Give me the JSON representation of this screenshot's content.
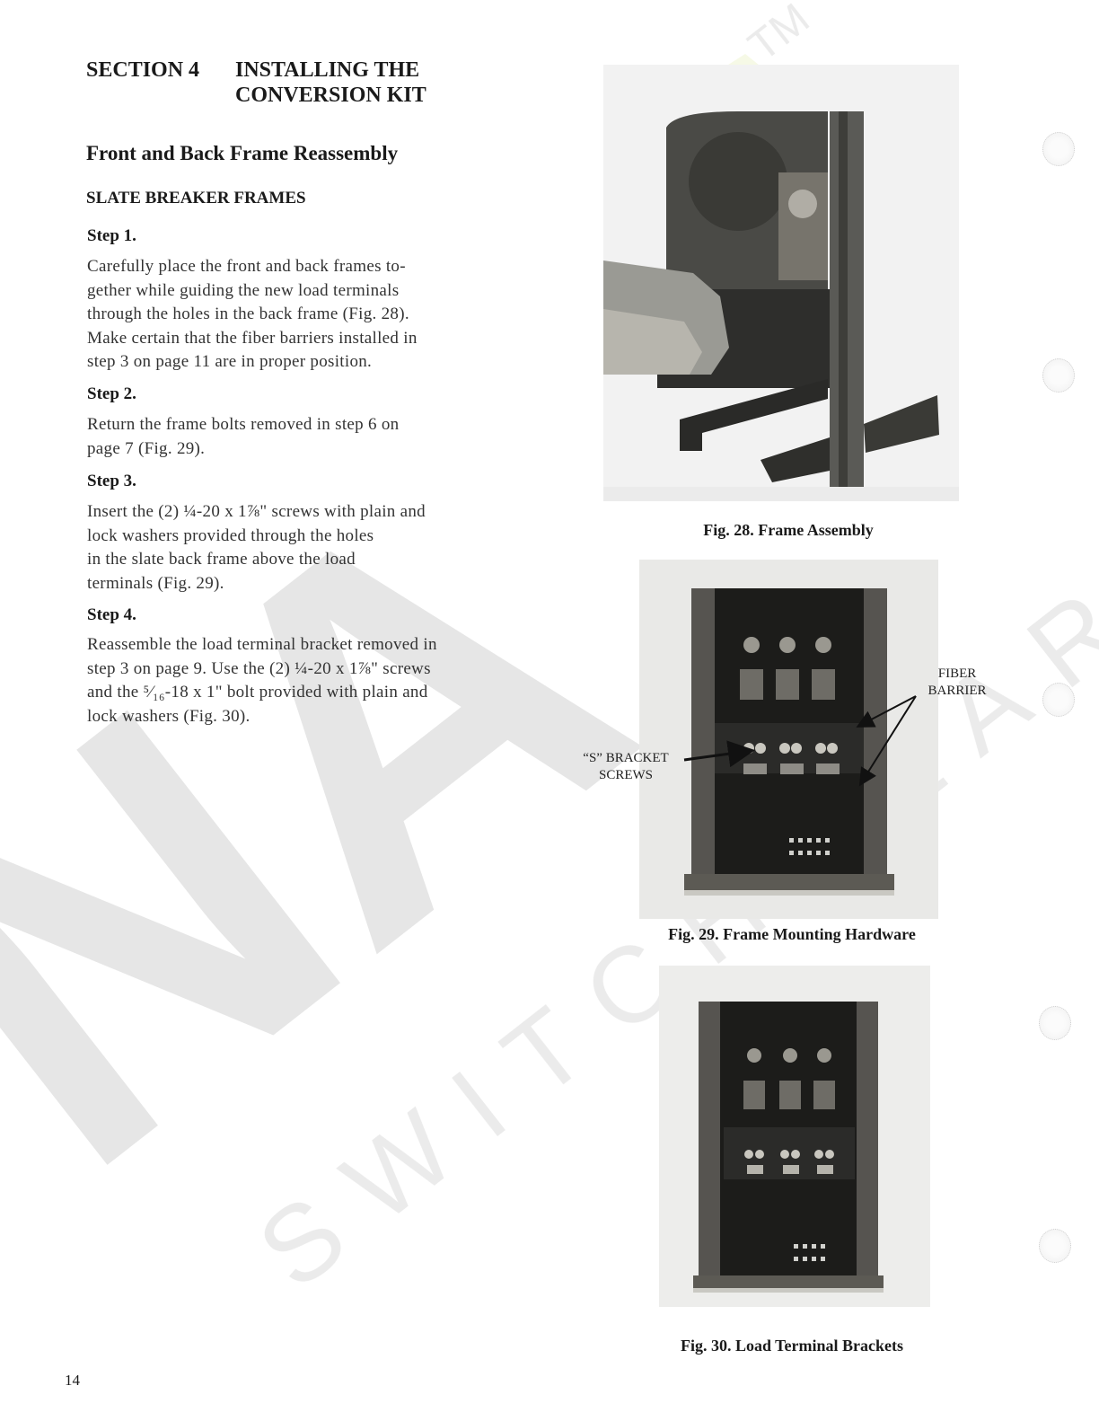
{
  "section": {
    "number": "SECTION 4",
    "title_line1": "INSTALLING THE",
    "title_line2": "CONVERSION KIT"
  },
  "subheading": "Front and Back Frame Reassembly",
  "frames_heading": "SLATE BREAKER FRAMES",
  "steps": [
    {
      "title": "Step 1.",
      "lines": [
        "Carefully place the front and back frames to-",
        "gether while guiding the new load terminals",
        "through the holes in the back frame (Fig. 28).",
        "Make certain that the fiber barriers installed in",
        "step 3 on page 11 are in proper position."
      ]
    },
    {
      "title": "Step 2.",
      "lines": [
        "Return the frame bolts removed in step 6 on",
        "page 7 (Fig. 29)."
      ]
    },
    {
      "title": "Step 3.",
      "lines": [
        "Insert the (2) ¼-20 x 1⅞\"  screws with plain and",
        "lock washers provided through the holes",
        "in the slate back frame above the load",
        "terminals  (Fig. 29)."
      ]
    },
    {
      "title": "Step 4.",
      "lines": [
        "Reassemble the load terminal bracket removed in",
        "step 3 on page 9. Use the (2) ¼-20 x 1⅞\" screws",
        "and the ⁵⁄₁₆-18 x 1\" bolt provided with plain and",
        "lock washers (Fig. 30)."
      ]
    }
  ],
  "figures": [
    {
      "caption": "Fig. 28. Frame Assembly"
    },
    {
      "caption": "Fig. 29. Frame Mounting Hardware",
      "callouts": {
        "fiber_line1": "FIBER",
        "fiber_line2": "BARRIER",
        "bracket_line1": "“S” BRACKET",
        "bracket_line2": "SCREWS"
      }
    },
    {
      "caption": "Fig. 30. Load Terminal Brackets"
    }
  ],
  "page_number": "14",
  "watermark": {
    "main": "NA",
    "sub": "SWITCHGEAR",
    "tm": "TM"
  }
}
